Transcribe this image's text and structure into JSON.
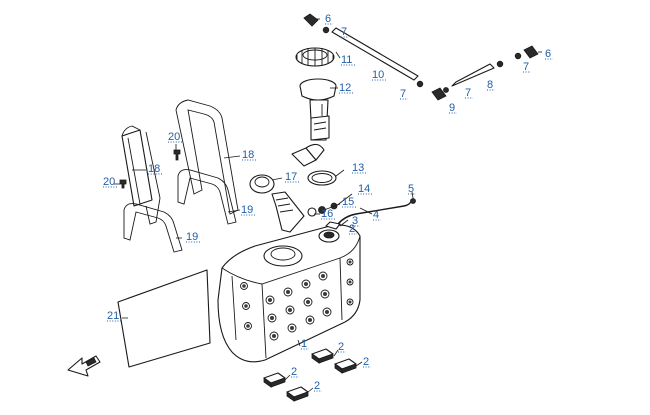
{
  "diagram": {
    "callouts": [
      "1",
      "2",
      "2",
      "2",
      "2",
      "2",
      "3",
      "4",
      "5",
      "6",
      "6",
      "7",
      "7",
      "7",
      "7",
      "8",
      "9",
      "10",
      "11",
      "12",
      "13",
      "14",
      "15",
      "16",
      "17",
      "18",
      "18",
      "19",
      "19",
      "20",
      "20",
      "21"
    ]
  }
}
